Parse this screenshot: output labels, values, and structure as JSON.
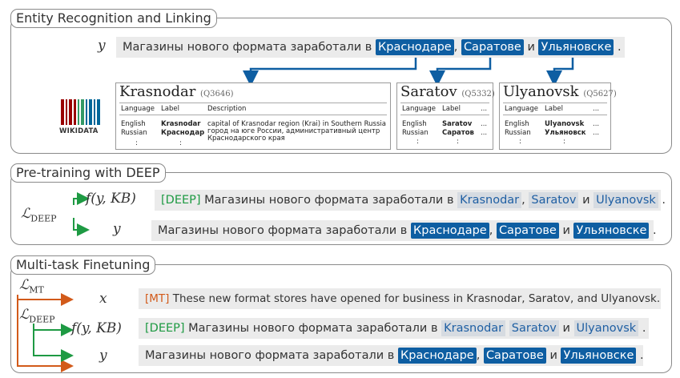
{
  "panels": {
    "entity": {
      "title": "Entity Recognition and Linking"
    },
    "pretrain": {
      "title": "Pre-training with DEEP"
    },
    "finetune": {
      "title": "Multi-task Finetuning"
    }
  },
  "entity_sentence": {
    "var": "y",
    "prefix": "Магазины нового формата заработали в",
    "e1": "Краснодаре",
    "sep1": ",",
    "e2": "Саратове",
    "sep2": "и",
    "e3": "Ульяновске",
    "end": "."
  },
  "wikidata": {
    "label": "WIKIDATA",
    "colors": [
      "#990000",
      "#339966",
      "#006699"
    ]
  },
  "kb_entries": [
    {
      "name": "Krasnodar",
      "qid": "(Q3646)",
      "headers": [
        "Language",
        "Label",
        "Description"
      ],
      "rows": [
        [
          "English",
          "Krasnodar",
          "capital of Krasnodar region (Krai) in Southern Russia"
        ],
        [
          "Russian",
          "Краснодар",
          "город на юге России, административный центр Краснодарского края"
        ],
        [
          ":",
          ":",
          ""
        ]
      ]
    },
    {
      "name": "Saratov",
      "qid": "(Q5332)",
      "headers": [
        "Language",
        "Label",
        "..."
      ],
      "rows": [
        [
          "English",
          "Saratov",
          "..."
        ],
        [
          "Russian",
          "Саратов",
          "..."
        ],
        [
          ":",
          ":",
          ""
        ]
      ]
    },
    {
      "name": "Ulyanovsk",
      "qid": "(Q5627)",
      "headers": [
        "Language",
        "Label",
        "..."
      ],
      "rows": [
        [
          "English",
          "Ulyanovsk",
          "..."
        ],
        [
          "Russian",
          "Ульяновск",
          "..."
        ],
        [
          ":",
          ":",
          ""
        ]
      ]
    }
  ],
  "pretrain": {
    "loss": "ℒ",
    "loss_sub": "DEEP",
    "f_label": "f(y, KB)",
    "y_label": "y",
    "deep_tag": "[DEEP]",
    "prefix": "Магазины нового формата заработали в",
    "en1": "Krasnodar",
    "en2": "Saratov",
    "en3": "Ulyanovsk",
    "ru1": "Краснодаре",
    "ru2": "Саратове",
    "ru3": "Ульяновске",
    "sep1": ",",
    "sep2": "и",
    "end": "."
  },
  "finetune": {
    "loss": "ℒ",
    "loss_mt_sub": "MT",
    "loss_deep_sub": "DEEP",
    "x_label": "x",
    "f_label": "f(y, KB)",
    "y_label": "y",
    "mt_tag": "[MT]",
    "mt_text": "These new format stores have opened for business in Krasnodar, Saratov, and Ulyanovsk."
  },
  "colors": {
    "dark_blue": "#0e5ea2",
    "light_blue_text": "#1f5fa3",
    "orange": "#d25a1a",
    "green": "#1e9a43",
    "gray_box": "#ebebeb"
  }
}
